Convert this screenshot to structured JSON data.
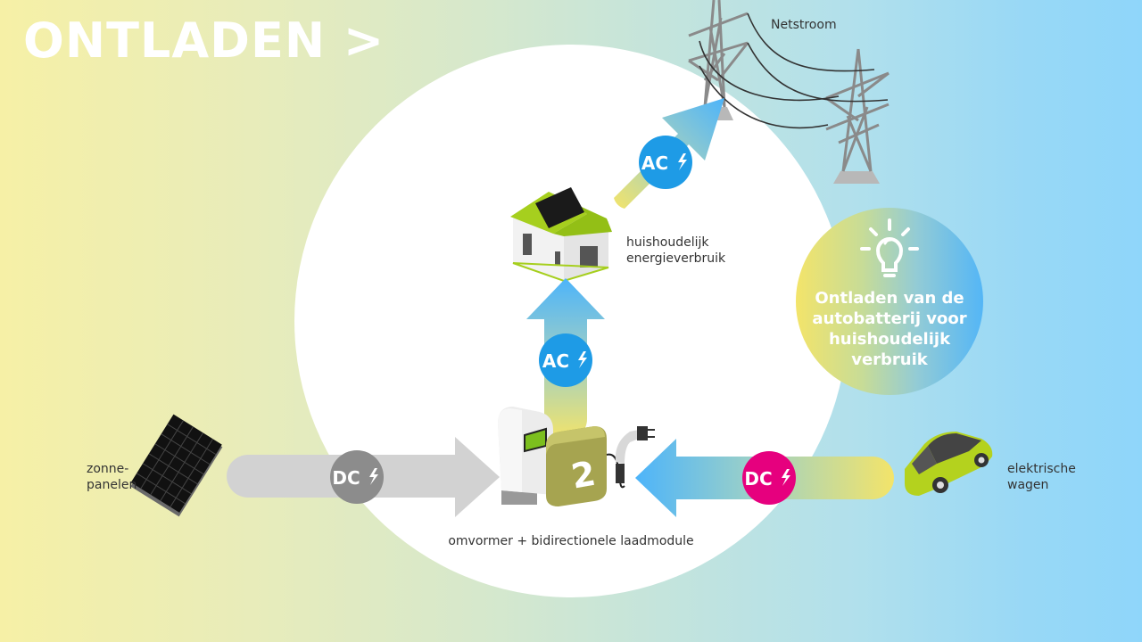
{
  "title": "ONTLADEN >",
  "labels": {
    "grid": "Netstroom",
    "household_line1": "huishoudelijk",
    "household_line2": "energieverbruik",
    "solar_line1": "zonne-",
    "solar_line2": "panelen",
    "car_line1": "elektrische",
    "car_line2": "wagen",
    "inverter": "omvormer + bidirectionele laadmodule"
  },
  "info": {
    "icon": "lightbulb-icon",
    "text": "Ontladen van de autobatterij voor huishoudelijk verbruik"
  },
  "flows": [
    {
      "id": "solar-to-inverter",
      "type": "DC",
      "badge_color": "#8c8c8c",
      "arrow_color": "#d2d2d2",
      "direction": "right"
    },
    {
      "id": "car-to-inverter",
      "type": "DC",
      "badge_color": "#e6007e",
      "arrow_gradient": [
        "#f3e46a",
        "#54b6f6"
      ],
      "direction": "left"
    },
    {
      "id": "inverter-to-house",
      "type": "AC",
      "badge_color": "#1e9be6",
      "arrow_gradient": [
        "#f3e46a",
        "#54b6f6"
      ],
      "direction": "up"
    },
    {
      "id": "house-to-grid",
      "type": "AC",
      "badge_color": "#1e9be6",
      "arrow_gradient": [
        "#f3e46a",
        "#54b6f6"
      ],
      "direction": "up-right"
    }
  ],
  "badges": {
    "dc_left": "DC",
    "dc_right": "DC",
    "ac_up": "AC",
    "ac_grid": "AC"
  },
  "colors": {
    "white": "#ffffff",
    "dc_solar": "#8c8c8c",
    "dc_car": "#e6007e",
    "ac": "#1e9be6",
    "lime": "#a6cf1e",
    "module_olive": "#a6a450"
  }
}
